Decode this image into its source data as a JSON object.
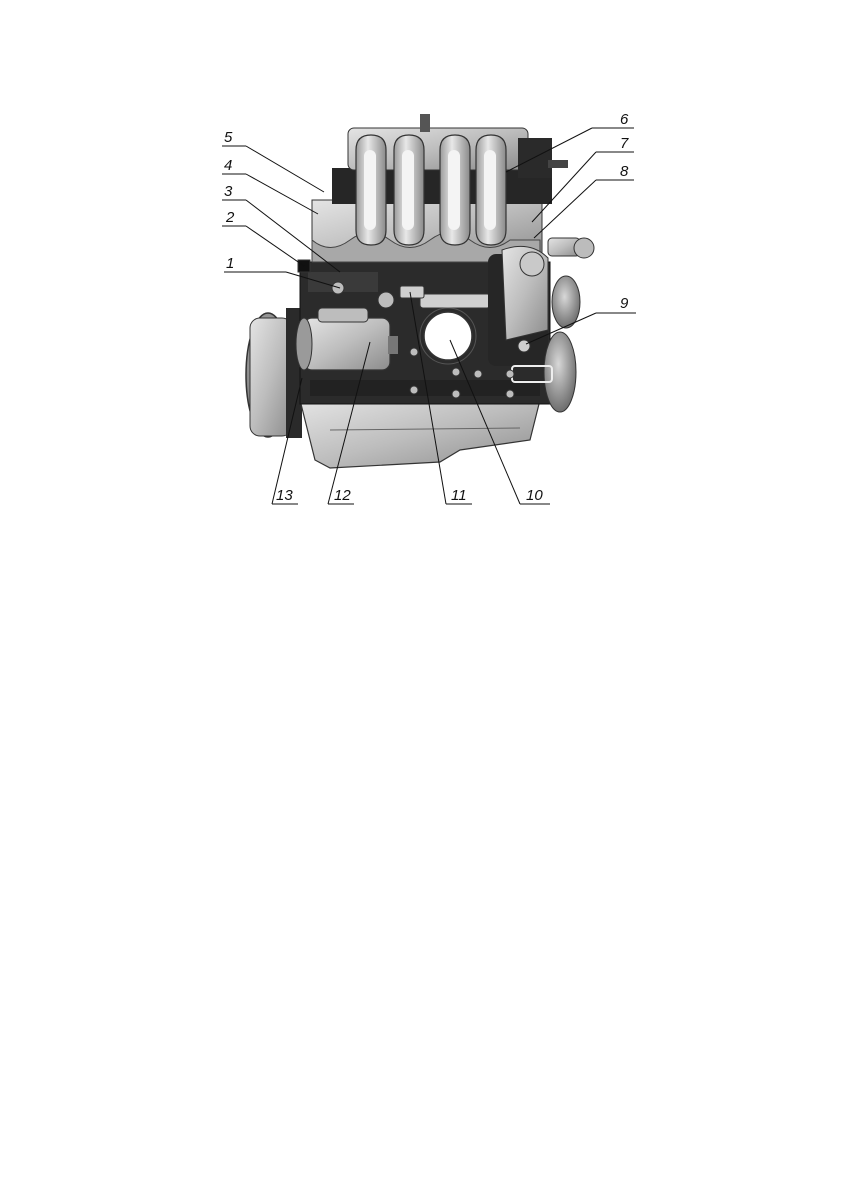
{
  "figure": {
    "callouts": [
      {
        "id": "c1",
        "label": "1"
      },
      {
        "id": "c2",
        "label": "2"
      },
      {
        "id": "c3",
        "label": "3"
      },
      {
        "id": "c4",
        "label": "4"
      },
      {
        "id": "c5",
        "label": "5"
      },
      {
        "id": "c6",
        "label": "6"
      },
      {
        "id": "c7",
        "label": "7"
      },
      {
        "id": "c8",
        "label": "8"
      },
      {
        "id": "c9",
        "label": "9"
      },
      {
        "id": "c10",
        "label": "10"
      },
      {
        "id": "c11",
        "label": "11"
      },
      {
        "id": "c12",
        "label": "12"
      },
      {
        "id": "c13",
        "label": "13"
      }
    ]
  }
}
